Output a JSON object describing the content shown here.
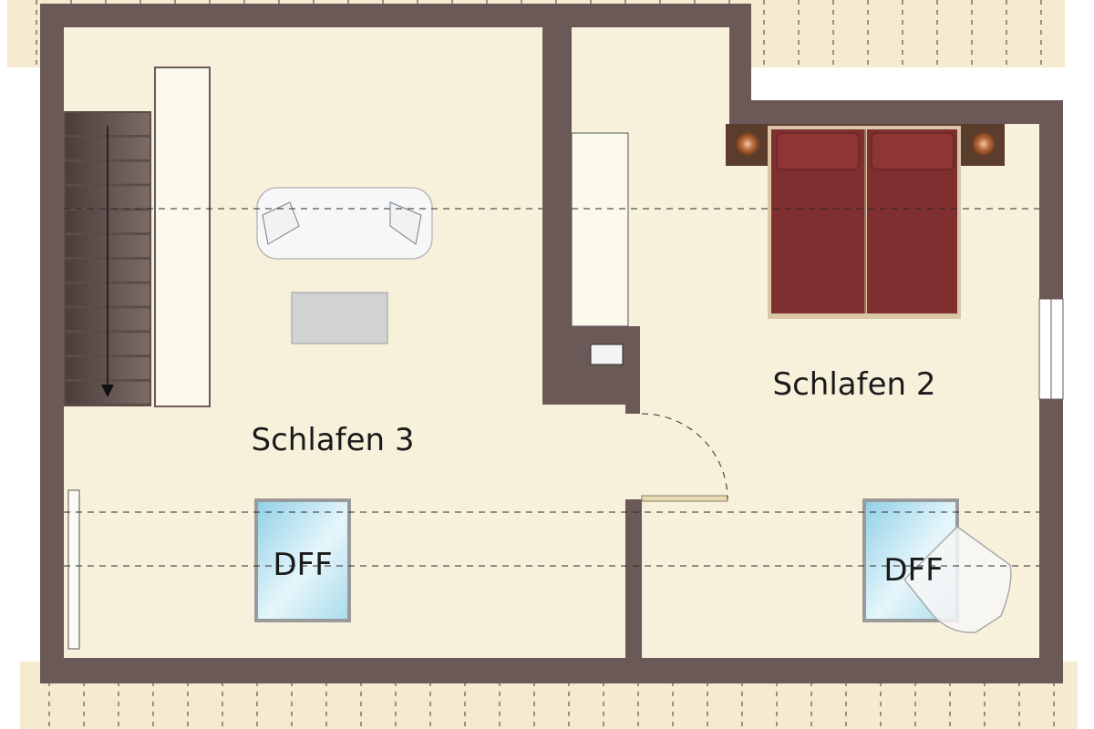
{
  "rooms": [
    {
      "name": "Schlafen 3"
    },
    {
      "name": "Schlafen 2"
    }
  ],
  "roof_windows": [
    {
      "label": "DFF"
    },
    {
      "label": "DFF"
    }
  ],
  "colors": {
    "wall": "#6b5958",
    "floor": "#f7f1dc",
    "overhang": "#f6ead0",
    "bed": "#7f2f2f",
    "glass": "#bfe2ee",
    "table": "#d2d2d2"
  }
}
